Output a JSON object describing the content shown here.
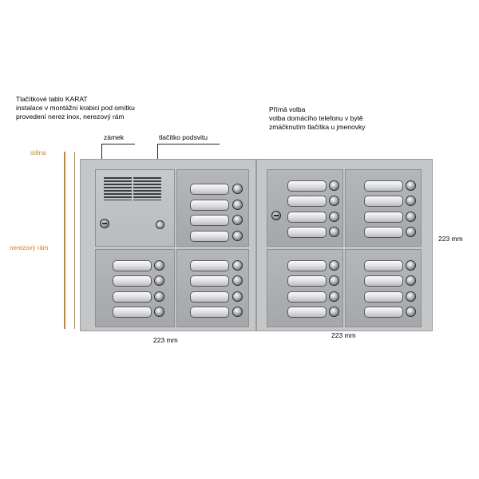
{
  "header": {
    "line1": "Tlačítkové tablo KARAT",
    "line2": "instalace v montážní krabici pod omítku",
    "line3": "provedení nerez inox, nerezový rám"
  },
  "right_note": {
    "line1": "Přímá volba",
    "line2": "volba domácího telefonu v bytě",
    "line3": "zmáčknutím tlačítka u jmenovky"
  },
  "callouts": {
    "lock": "zámek",
    "backlight_button": "tlačítko podsvitu"
  },
  "side_labels": {
    "wall": "stěna",
    "frame": "nerezový rám"
  },
  "dimensions": {
    "left_width": "223 mm",
    "right_width": "223 mm",
    "height": "223 mm"
  }
}
